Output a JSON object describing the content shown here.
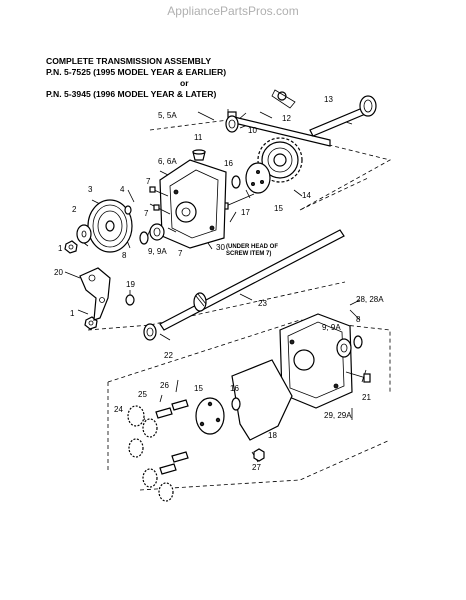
{
  "watermark": "AppliancePartsPros.com",
  "title": {
    "line1": "COMPLETE TRANSMISSION ASSEMBLY",
    "line2": "P.N. 5-7525 (1995 MODEL YEAR & EARLIER)",
    "line3": "or",
    "line4": "P.N. 5-3945 (1996 MODEL YEAR & LATER)"
  },
  "callouts": {
    "c1a": "1",
    "c1b": "1",
    "c2": "2",
    "c3": "3",
    "c4": "4",
    "c5": "5, 5A",
    "c6": "6, 6A",
    "c7a": "7",
    "c7b": "7",
    "c7c": "7",
    "c8a": "8",
    "c8b": "8",
    "c9a": "9, 9A",
    "c9b": "9, 9A",
    "c10": "10",
    "c11": "11",
    "c12": "12",
    "c13": "13",
    "c14": "14",
    "c15a": "15",
    "c15b": "15",
    "c16a": "16",
    "c16b": "16",
    "c17": "17",
    "c18": "18",
    "c19": "19",
    "c20": "20",
    "c21": "21",
    "c22": "22",
    "c23": "23",
    "c24": "24",
    "c25": "25",
    "c26": "26",
    "c27": "27",
    "c28": "28, 28A",
    "c29": "29, 29A",
    "c30": "30",
    "c30note1": "(UNDER HEAD OF",
    "c30note2": "SCREW ITEM 7)"
  }
}
